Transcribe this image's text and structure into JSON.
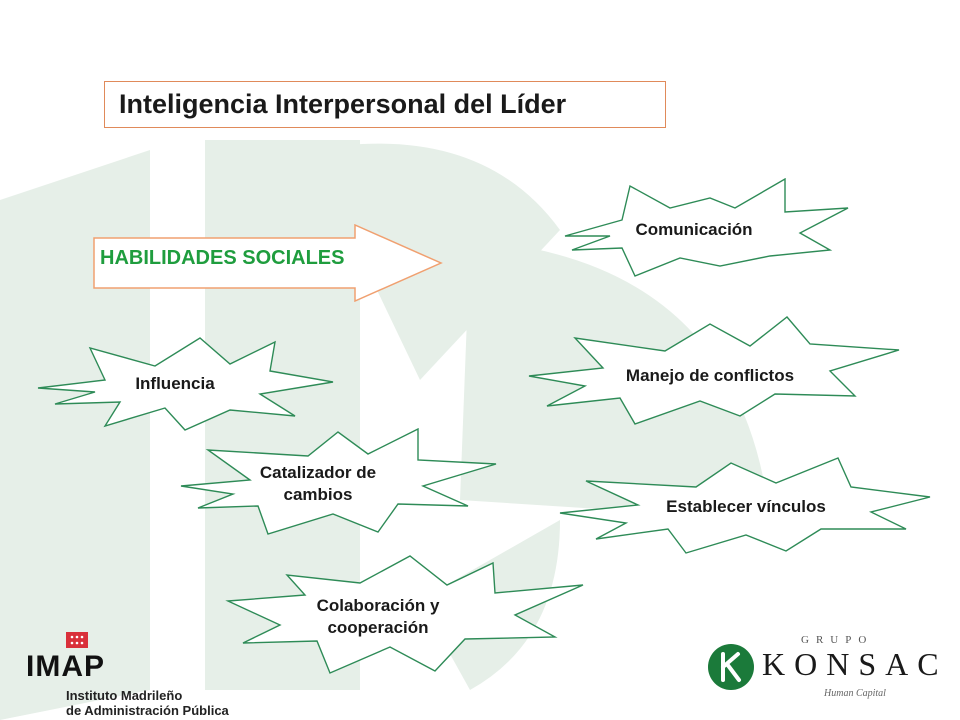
{
  "title": "Inteligencia Interpersonal del Líder",
  "arrow_label": "HABILIDADES SOCIALES",
  "skills": {
    "comunicacion": "Comunicación",
    "manejo": "Manejo de conflictos",
    "establecer": "Establecer vínculos",
    "influencia": "Influencia",
    "catalizador": "Catalizador de\ncambios",
    "colaboracion": "Colaboración y\ncooperación"
  },
  "logos": {
    "imap_word": "IMAP",
    "imap_line1": "Instituto Madrileño",
    "imap_line2": "de Administración Pública",
    "konsac_top": "GRUPO",
    "konsac_name": "KONSAC",
    "konsac_sub": "Human Capital"
  },
  "colors": {
    "watermark": "#e6efe8",
    "title_border": "#e08a5a",
    "arrow_text": "#1f9d3e",
    "arrow_border": "#f0a070",
    "burst_border": "#2e8b57",
    "konsac_green": "#1b7a3a",
    "imap_red": "#d9303a"
  }
}
